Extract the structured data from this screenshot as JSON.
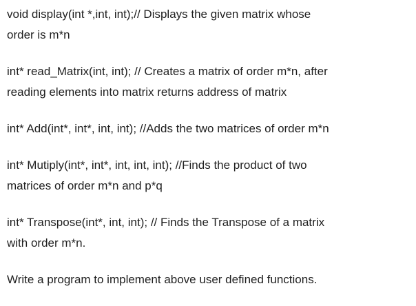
{
  "paragraphs": [
    {
      "lines": [
        "void display(int *,int, int);// Displays the given matrix whose",
        "order is m*n"
      ]
    },
    {
      "lines": [
        "int* read_Matrix(int, int); // Creates a matrix of order m*n, after",
        "reading elements into matrix returns address of matrix"
      ]
    },
    {
      "lines": [
        "int* Add(int*, int*, int, int); //Adds the two matrices of order m*n"
      ]
    },
    {
      "lines": [
        "int* Mutiply(int*, int*, int, int, int); //Finds the product of two",
        "matrices of order m*n and p*q"
      ]
    },
    {
      "lines": [
        "int* Transpose(int*, int, int); // Finds the Transpose of a matrix",
        "with order m*n."
      ]
    },
    {
      "lines": [
        "Write a program to implement above user defined functions."
      ]
    }
  ]
}
